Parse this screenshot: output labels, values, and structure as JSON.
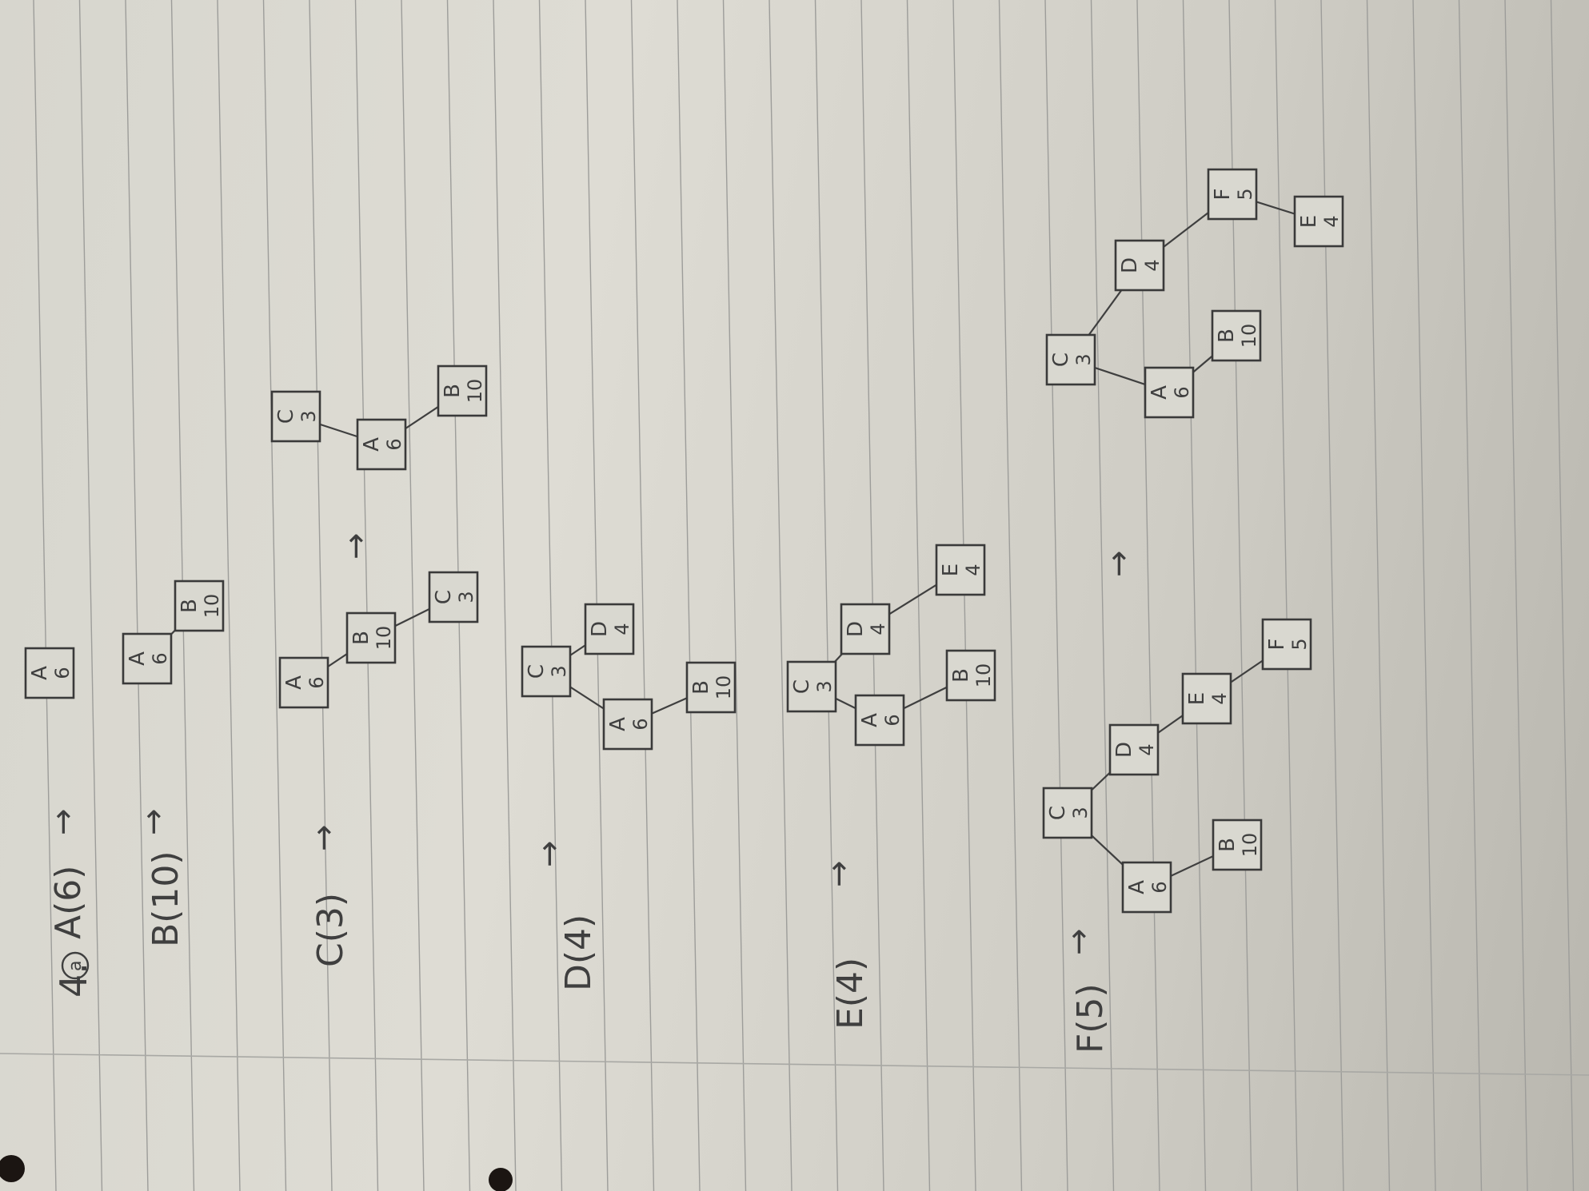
{
  "problem_number": "4.",
  "part_label": "a",
  "rows": [
    {
      "key": "insert-a",
      "label": "A(6)",
      "arrow": "→",
      "trees": [
        {
          "nodes": [
            {
              "letter": "A",
              "value": "6"
            }
          ],
          "edges": []
        }
      ]
    },
    {
      "key": "insert-b",
      "label": "B(10)",
      "arrow": "→",
      "trees": [
        {
          "nodes": [
            {
              "letter": "A",
              "value": "6"
            },
            {
              "letter": "B",
              "value": "10"
            }
          ],
          "edges": [
            [
              0,
              1
            ]
          ]
        }
      ]
    },
    {
      "key": "insert-c",
      "label": "C(3)",
      "arrow": "→",
      "between_arrow": "→",
      "trees": [
        {
          "nodes": [
            {
              "letter": "A",
              "value": "6"
            },
            {
              "letter": "B",
              "value": "10"
            },
            {
              "letter": "C",
              "value": "3"
            }
          ],
          "edges": [
            [
              0,
              1
            ],
            [
              1,
              2
            ]
          ]
        },
        {
          "nodes": [
            {
              "letter": "C",
              "value": "3"
            },
            {
              "letter": "A",
              "value": "6"
            },
            {
              "letter": "B",
              "value": "10"
            }
          ],
          "edges": [
            [
              0,
              1
            ],
            [
              1,
              2
            ]
          ]
        }
      ]
    },
    {
      "key": "insert-d",
      "label": "D(4)",
      "arrow": "→",
      "trees": [
        {
          "nodes": [
            {
              "letter": "C",
              "value": "3"
            },
            {
              "letter": "D",
              "value": "4"
            },
            {
              "letter": "A",
              "value": "6"
            },
            {
              "letter": "B",
              "value": "10"
            }
          ],
          "edges": [
            [
              0,
              1
            ],
            [
              0,
              2
            ],
            [
              2,
              3
            ]
          ]
        }
      ]
    },
    {
      "key": "insert-e",
      "label": "E(4)",
      "arrow": "→",
      "trees": [
        {
          "nodes": [
            {
              "letter": "C",
              "value": "3"
            },
            {
              "letter": "D",
              "value": "4"
            },
            {
              "letter": "A",
              "value": "6"
            },
            {
              "letter": "E",
              "value": "4"
            },
            {
              "letter": "B",
              "value": "10"
            }
          ],
          "edges": [
            [
              0,
              1
            ],
            [
              0,
              2
            ],
            [
              1,
              3
            ],
            [
              2,
              4
            ]
          ]
        }
      ]
    },
    {
      "key": "insert-f",
      "label": "F(5)",
      "arrow": "→",
      "between_arrow": "→",
      "trees": [
        {
          "nodes": [
            {
              "letter": "C",
              "value": "3"
            },
            {
              "letter": "D",
              "value": "4"
            },
            {
              "letter": "A",
              "value": "6"
            },
            {
              "letter": "E",
              "value": "4"
            },
            {
              "letter": "B",
              "value": "10"
            },
            {
              "letter": "F",
              "value": "5"
            }
          ],
          "edges": [
            [
              0,
              1
            ],
            [
              0,
              2
            ],
            [
              1,
              3
            ],
            [
              3,
              5
            ],
            [
              2,
              4
            ]
          ]
        },
        {
          "nodes": [
            {
              "letter": "C",
              "value": "3"
            },
            {
              "letter": "D",
              "value": "4"
            },
            {
              "letter": "A",
              "value": "6"
            },
            {
              "letter": "F",
              "value": "5"
            },
            {
              "letter": "B",
              "value": "10"
            },
            {
              "letter": "E",
              "value": "4"
            }
          ],
          "edges": [
            [
              0,
              1
            ],
            [
              0,
              2
            ],
            [
              1,
              3
            ],
            [
              3,
              5
            ],
            [
              2,
              4
            ]
          ]
        }
      ]
    }
  ]
}
